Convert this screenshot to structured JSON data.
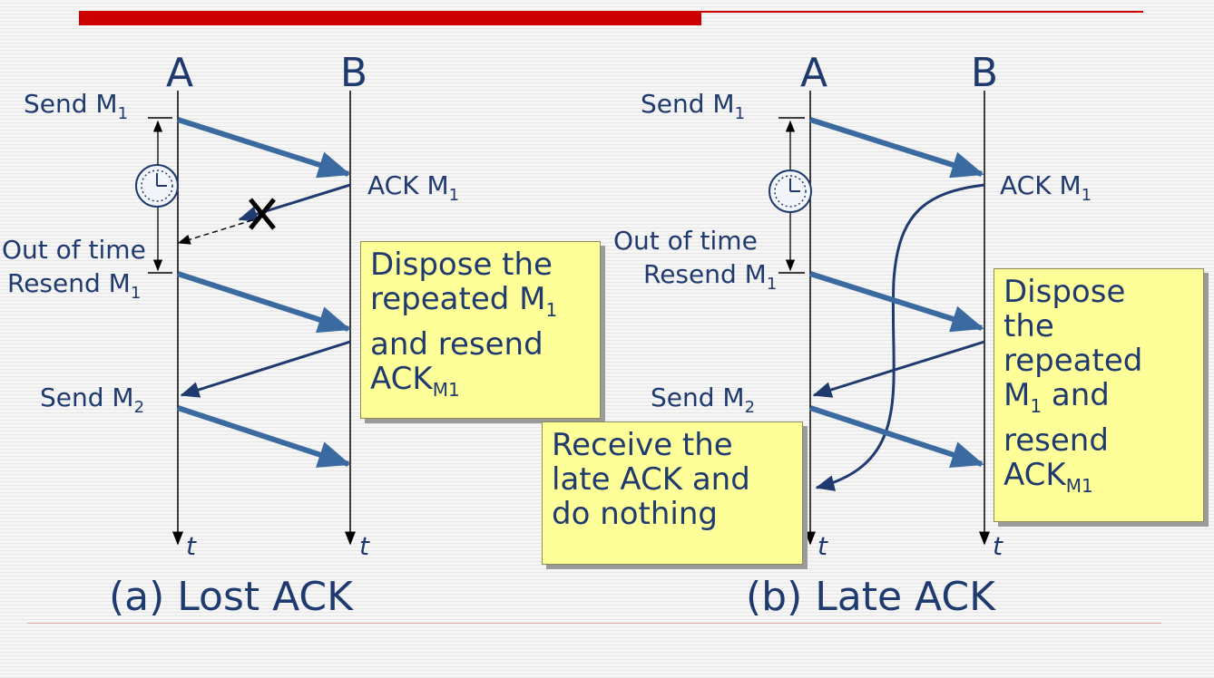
{
  "left": {
    "node_a": "A",
    "node_b": "B",
    "send_m1": "Send M",
    "send_m1_sub": "1",
    "ack_m1": "ACK M",
    "ack_m1_sub": "1",
    "out_of_time": "Out of time",
    "resend_m1": "Resend M",
    "resend_m1_sub": "1",
    "send_m2": "Send M",
    "send_m2_sub": "2",
    "time_a": "t",
    "time_b": "t",
    "note": {
      "l1": "Dispose the",
      "l2": "repeated M",
      "l2_sub": "1",
      "l3": "and resend",
      "l4": "ACK",
      "l4_sub": "M1"
    },
    "caption": "(a) Lost ACK"
  },
  "right": {
    "node_a": "A",
    "node_b": "B",
    "send_m1": "Send M",
    "send_m1_sub": "1",
    "ack_m1": "ACK M",
    "ack_m1_sub": "1",
    "out_of_time": "Out of time",
    "resend_m1": "Resend M",
    "resend_m1_sub": "1",
    "send_m2": "Send M",
    "send_m2_sub": "2",
    "time_a": "t",
    "time_b": "t",
    "note_b": {
      "l1": "Dispose",
      "l2": "the",
      "l3": "repeated",
      "l4": "M",
      "l4_sub": "1",
      "l4_rest": " and",
      "l5": "resend",
      "l6": "ACK",
      "l6_sub": "M1"
    },
    "note_a": {
      "l1": "Receive the",
      "l2": "late ACK and",
      "l3": "do nothing"
    },
    "caption": "(b) Late ACK"
  },
  "colors": {
    "accent_bar": "#cc0000",
    "text": "#1f3a6e",
    "arrow": "#3a6aa0",
    "note_fill": "#ffff99"
  },
  "icons": [
    "clock-icon",
    "cross-icon"
  ]
}
